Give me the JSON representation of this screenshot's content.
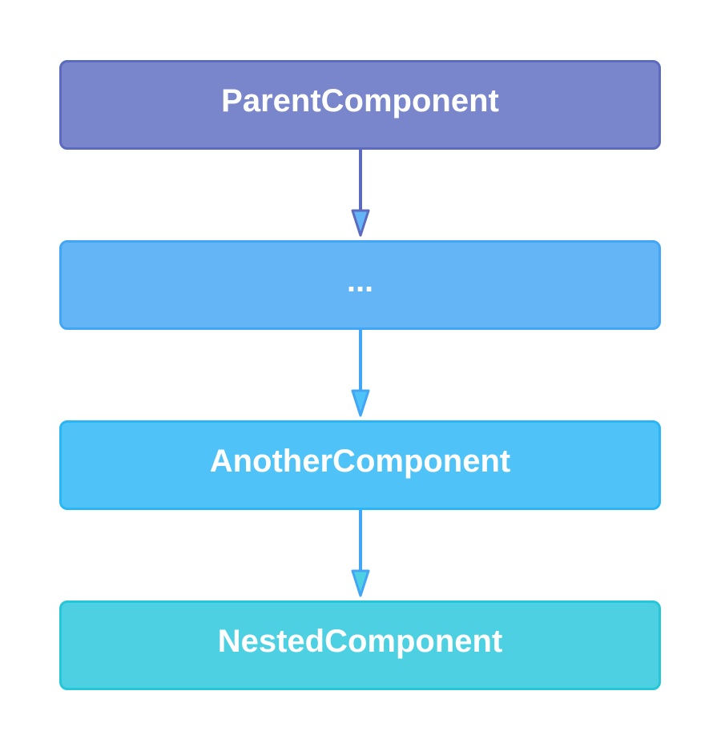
{
  "nodes": [
    {
      "label": "ParentComponent",
      "fill": "#7986CB",
      "border": "#5C6BC0"
    },
    {
      "label": "...",
      "fill": "#64B5F6",
      "border": "#42A5F5"
    },
    {
      "label": "AnotherComponent",
      "fill": "#4FC3F7",
      "border": "#29B6F6"
    },
    {
      "label": "NestedComponent",
      "fill": "#4DD0E1",
      "border": "#26C6DA"
    }
  ],
  "edges": [
    {
      "from": 0,
      "to": 1,
      "color": "#5C6BC0"
    },
    {
      "from": 1,
      "to": 2,
      "color": "#42A5F5"
    },
    {
      "from": 2,
      "to": 3,
      "color": "#42A5F5"
    }
  ]
}
